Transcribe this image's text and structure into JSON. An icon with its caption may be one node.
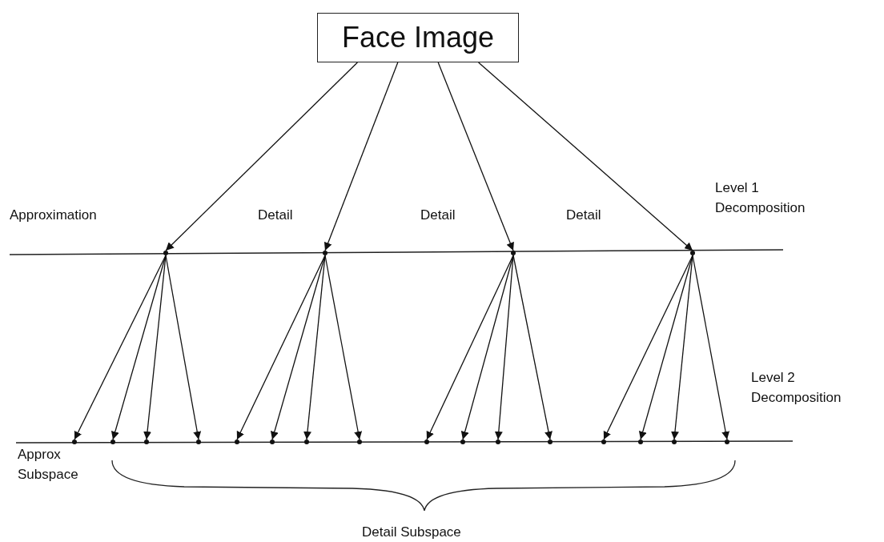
{
  "diagram": {
    "nodes": [
      {
        "text": [
          "Face Image"
        ]
      },
      {
        "text": [],
        "shape": "point"
      },
      {
        "text": [],
        "shape": "point"
      },
      {
        "text": [],
        "shape": "point"
      },
      {
        "text": [],
        "shape": "point"
      },
      {
        "text": [],
        "shape": "point"
      },
      {
        "text": [],
        "shape": "point"
      },
      {
        "text": [],
        "shape": "point"
      },
      {
        "text": [],
        "shape": "point"
      },
      {
        "text": [],
        "shape": "point"
      },
      {
        "text": [],
        "shape": "point"
      },
      {
        "text": [],
        "shape": "point"
      },
      {
        "text": [],
        "shape": "point"
      },
      {
        "text": [],
        "shape": "point"
      },
      {
        "text": [],
        "shape": "point"
      },
      {
        "text": [],
        "shape": "point"
      },
      {
        "text": [],
        "shape": "point"
      },
      {
        "text": [],
        "shape": "point"
      },
      {
        "text": [],
        "shape": "point"
      },
      {
        "text": [],
        "shape": "point"
      },
      {
        "text": [],
        "shape": "point"
      }
    ],
    "edges": [
      {
        "from": 0,
        "to": 1,
        "arrow": "to"
      },
      {
        "from": 0,
        "to": 2,
        "arrow": "to"
      },
      {
        "from": 0,
        "to": 3,
        "arrow": "to"
      },
      {
        "from": 0,
        "to": 4,
        "arrow": "to"
      },
      {
        "from": 1,
        "to": 5,
        "arrow": "to"
      },
      {
        "from": 1,
        "to": 6,
        "arrow": "to"
      },
      {
        "from": 1,
        "to": 7,
        "arrow": "to"
      },
      {
        "from": 1,
        "to": 8,
        "arrow": "to"
      },
      {
        "from": 2,
        "to": 9,
        "arrow": "to"
      },
      {
        "from": 2,
        "to": 10,
        "arrow": "to"
      },
      {
        "from": 2,
        "to": 11,
        "arrow": "to"
      },
      {
        "from": 2,
        "to": 12,
        "arrow": "to"
      },
      {
        "from": 3,
        "to": 13,
        "arrow": "to"
      },
      {
        "from": 3,
        "to": 14,
        "arrow": "to"
      },
      {
        "from": 3,
        "to": 15,
        "arrow": "to"
      },
      {
        "from": 3,
        "to": 16,
        "arrow": "to"
      },
      {
        "from": 4,
        "to": 17,
        "arrow": "to"
      },
      {
        "from": 4,
        "to": 18,
        "arrow": "to"
      },
      {
        "from": 4,
        "to": 19,
        "arrow": "to"
      },
      {
        "from": 4,
        "to": 20,
        "arrow": "to"
      }
    ],
    "labels": [
      "Level 1 Decomposition",
      "Approximation",
      "Detail",
      "Detail",
      "Detail",
      "Level 2 Decomposition",
      "Approx Subspace",
      "Detail Subspace"
    ]
  }
}
